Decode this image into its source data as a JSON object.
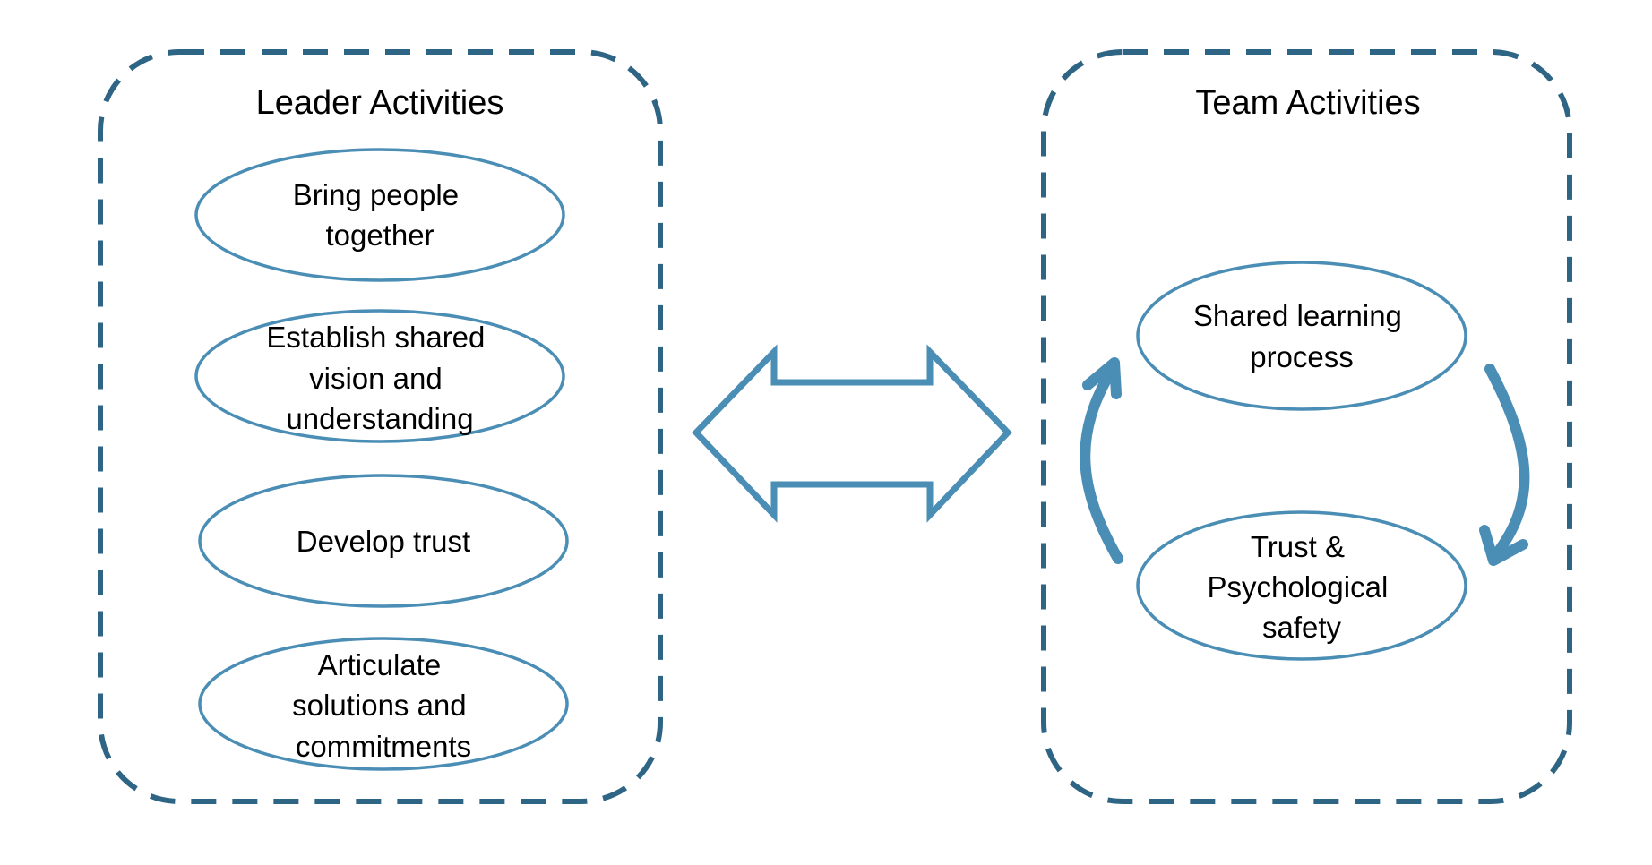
{
  "colors": {
    "frame": "#2e6484",
    "node_outline": "#4a8db5",
    "arrow": "#4a8db5",
    "text": "#000000",
    "background": "#ffffff"
  },
  "left_group": {
    "title": "Leader Activities",
    "nodes": [
      {
        "lines": [
          "Bring people",
          "together"
        ]
      },
      {
        "lines": [
          "Establish shared",
          "vision and",
          "understanding"
        ]
      },
      {
        "lines": [
          "Develop trust"
        ]
      },
      {
        "lines": [
          "Articulate",
          "solutions and",
          "commitments"
        ]
      }
    ]
  },
  "right_group": {
    "title": "Team Activities",
    "nodes": [
      {
        "lines": [
          "Shared learning",
          "process"
        ]
      },
      {
        "lines": [
          "Trust &",
          "Psychological",
          "safety"
        ]
      }
    ]
  },
  "connector": {
    "icon": "double-headed-arrow-icon"
  },
  "cycle": {
    "icons": [
      "curved-arrow-down-icon",
      "curved-arrow-up-icon"
    ]
  }
}
